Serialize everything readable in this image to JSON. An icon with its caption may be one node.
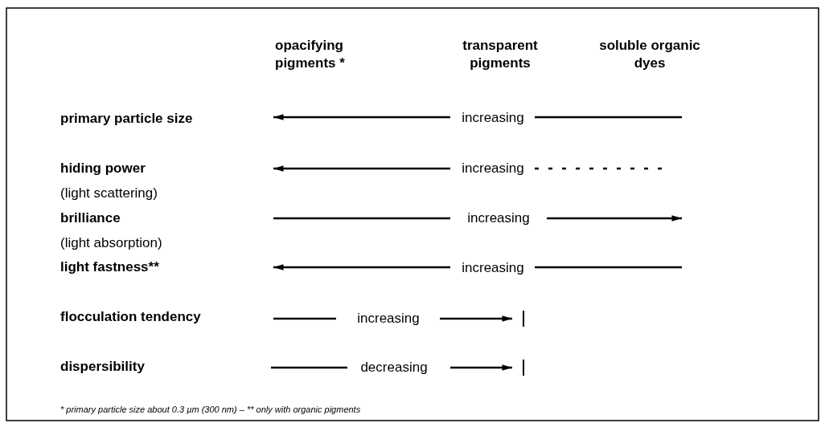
{
  "diagram": {
    "labels": [
      "opacifying pigments *",
      "transparent pigments",
      "soluble organic dyes",
      "primary particle size",
      "increasing",
      "hiding power",
      "increasing",
      "(light scattering)",
      "brilliance",
      "increasing",
      "(light absorption)",
      "light fastness**",
      "increasing",
      "flocculation tendency",
      "increasing",
      "dispersibility",
      "decreasing",
      "* primary particle size about 0.3 µm (300 nm) – ** only with organic pigments"
    ]
  }
}
